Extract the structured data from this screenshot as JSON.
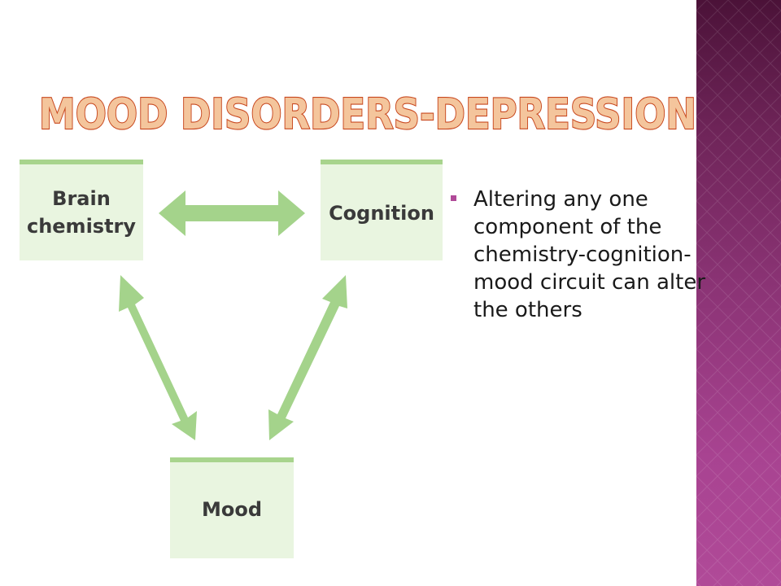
{
  "slide": {
    "title": "MOOD DISORDERS-DEPRESSION",
    "bullets": [
      "Altering any one component of the chemistry-cognition-mood circuit can alter the others"
    ]
  },
  "diagram": {
    "nodes": {
      "brain_chemistry": [
        "Brain",
        "chemistry"
      ],
      "cognition": "Cognition",
      "mood": "Mood"
    }
  },
  "colors": {
    "title_fill": "#f4c59c",
    "title_stroke": "#c8481f",
    "box_fill": "#e9f5e0",
    "box_bar": "#a8d48d",
    "arrow": "#a4d38b",
    "bullet_marker": "#b04a98",
    "band_top": "#4b1238",
    "band_bottom": "#b04a98"
  },
  "icons": {
    "bullet": "square-bullet-icon",
    "connectors": "double-headed-arrow-icon"
  }
}
